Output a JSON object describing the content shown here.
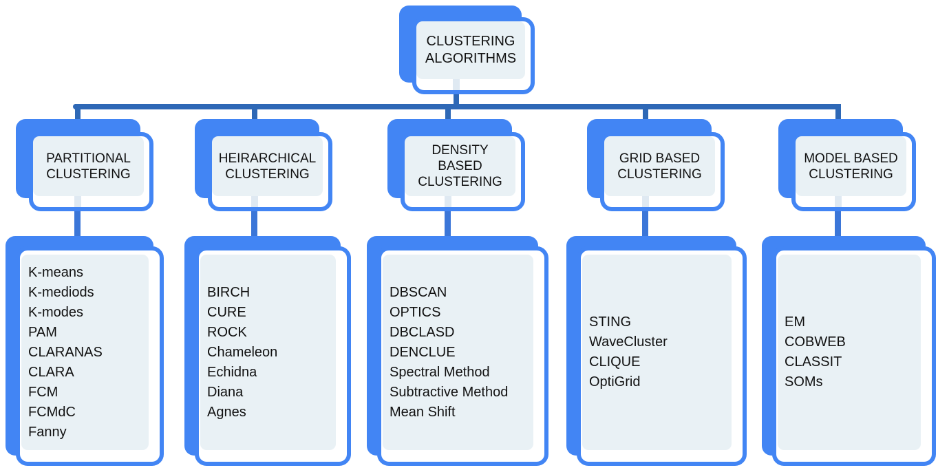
{
  "root": {
    "label": "CLUSTERING\nALGORITHMS"
  },
  "branches": [
    {
      "label": "PARTITIONAL\nCLUSTERING",
      "items": [
        "K-means",
        "K-mediods",
        "K-modes",
        "PAM",
        "CLARANAS",
        "CLARA",
        "FCM",
        "FCMdC",
        "Fanny"
      ]
    },
    {
      "label": "HEIRARCHICAL\nCLUSTERING",
      "items": [
        "BIRCH",
        "CURE",
        "ROCK",
        "Chameleon",
        "Echidna",
        "Diana",
        "Agnes"
      ]
    },
    {
      "label": "DENSITY\nBASED\nCLUSTERING",
      "items": [
        "DBSCAN",
        "OPTICS",
        "DBCLASD",
        "DENCLUE",
        "Spectral Method",
        "Subtractive Method",
        "Mean Shift"
      ]
    },
    {
      "label": "GRID BASED\nCLUSTERING",
      "items": [
        "STING",
        "WaveCluster",
        "CLIQUE",
        "OptiGrid"
      ]
    },
    {
      "label": "MODEL BASED\nCLUSTERING",
      "items": [
        "EM",
        "COBWEB",
        "CLASSIT",
        "SOMs"
      ]
    }
  ],
  "colors": {
    "accent": "#4285f4",
    "tree": "#2e68b6",
    "connector": "#3b76d8",
    "panel": "#e9f1f5",
    "hint": "#dfe9f2",
    "text": "#111111",
    "background": "#ffffff"
  }
}
